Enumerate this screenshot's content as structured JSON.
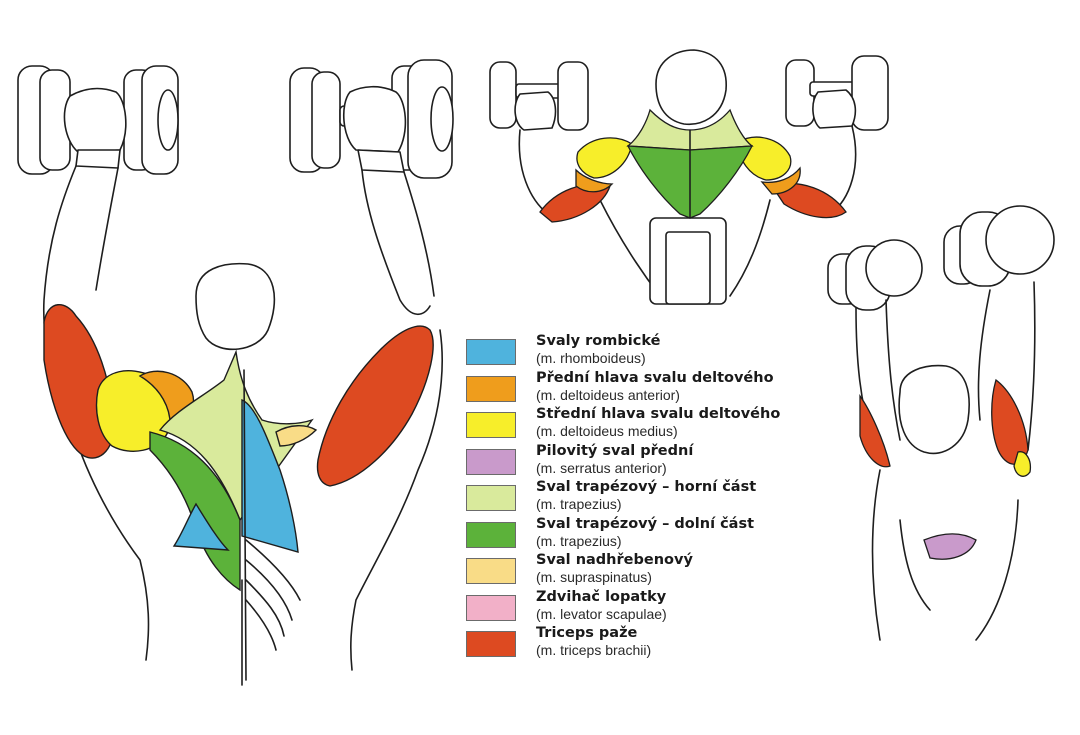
{
  "colors": {
    "rhomboideus": "#4fb3dd",
    "deltoid_anterior": "#ef9d1c",
    "deltoid_medius": "#f7ee2a",
    "serratus": "#c99acb",
    "trapezius_upper": "#d9ea9c",
    "trapezius_lower": "#5cb23a",
    "supraspinatus": "#f9dc87",
    "levator": "#f2b0c8",
    "triceps": "#dd4a21",
    "triceps_dark": "#b92b16"
  },
  "legend": {
    "items": [
      {
        "name": "Svaly rombické",
        "latin": "(m. rhomboideus)",
        "color": "#4fb3dd"
      },
      {
        "name": "Přední hlava svalu deltového",
        "latin": "(m. deltoideus anterior)",
        "color": "#ef9d1c"
      },
      {
        "name": "Střední hlava svalu deltového",
        "latin": "(m. deltoideus medius)",
        "color": "#f7ee2a"
      },
      {
        "name": "Pilovitý sval přední",
        "latin": "(m. serratus anterior)",
        "color": "#c99acb"
      },
      {
        "name": "Sval trapézový – horní část",
        "latin": "(m. trapezius)",
        "color": "#d9ea9c"
      },
      {
        "name": "Sval trapézový – dolní část",
        "latin": "(m. trapezius)",
        "color": "#5cb23a"
      },
      {
        "name": "Sval nadhřebenový",
        "latin": "(m. supraspinatus)",
        "color": "#f9dc87"
      },
      {
        "name": "Zdvihač lopatky",
        "latin": "(m. levator scapulae)",
        "color": "#f2b0c8"
      },
      {
        "name": "Triceps paže",
        "latin": "(m. triceps brachii)",
        "color": "#dd4a21"
      }
    ]
  }
}
